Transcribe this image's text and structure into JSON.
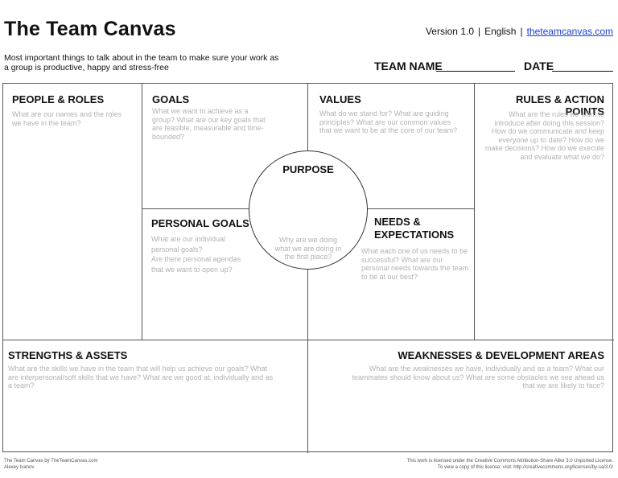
{
  "header": {
    "title": "The Team Canvas",
    "version": "Version 1.0",
    "language": "English",
    "website": "theteamcanvas.com",
    "subtitle": "Most important things to talk about in the team to make sure your work as a group is productive, happy and stress-free",
    "team_name_label": "TEAM NAME",
    "date_label": "DATE"
  },
  "sections": {
    "people_roles": {
      "title": "PEOPLE & ROLES",
      "question": "What are our names and the roles we have in the team?"
    },
    "goals": {
      "title": "GOALS",
      "question": "What we want to achieve as a group? What are our key goals that are feasible, measurable and time-bounded?"
    },
    "values": {
      "title": "VALUES",
      "question": "What do we stand for? What are guiding principles? What are our common values that we want to be at the core of our team?"
    },
    "rules": {
      "title": "RULES & ACTION POINTS",
      "question": "What are the rules we want to introduce after doing this session? How do we communicate and keep everyone up to date? How do we make decisions? How do we execute and evaluate what we do?"
    },
    "purpose": {
      "title": "PURPOSE",
      "question": "Why are we doing what we are doing in the first place?"
    },
    "personal_goals": {
      "title": "PERSONAL GOALS",
      "question_1": "What are our individual personal goals?",
      "question_2": "Are there personal agendas that we want to open up?"
    },
    "needs": {
      "title_1": "NEEDS &",
      "title_2": "EXPECTATIONS",
      "question": "What each one of us needs to be successful? What are our personal needs towards the team to be at our best?"
    },
    "strengths": {
      "title": "STRENGTHS & ASSETS",
      "question": "What are the skills we have in the team that will help us achieve our goals? What are interpersonal/soft skills that we have? What are we good at, individually and as a team?"
    },
    "weaknesses": {
      "title": "WEAKNESSES & DEVELOPMENT AREAS",
      "question": "What are the weaknesses we have, individually and as a team? What our teammates should know about us? What are some obstacles we see ahead us that we are likely to face?"
    }
  },
  "footer": {
    "left_1": "The Team Canvas by TheTeamCanvas.com",
    "left_2": "Alexey Ivanov",
    "right_1": "This work is licensed under the Creative Commons Attribution-Share Alike 3.0 Unported License.",
    "right_2": "To view a copy of this license, visit: http://creativecommons.org/licenses/by-sa/3.0/"
  }
}
